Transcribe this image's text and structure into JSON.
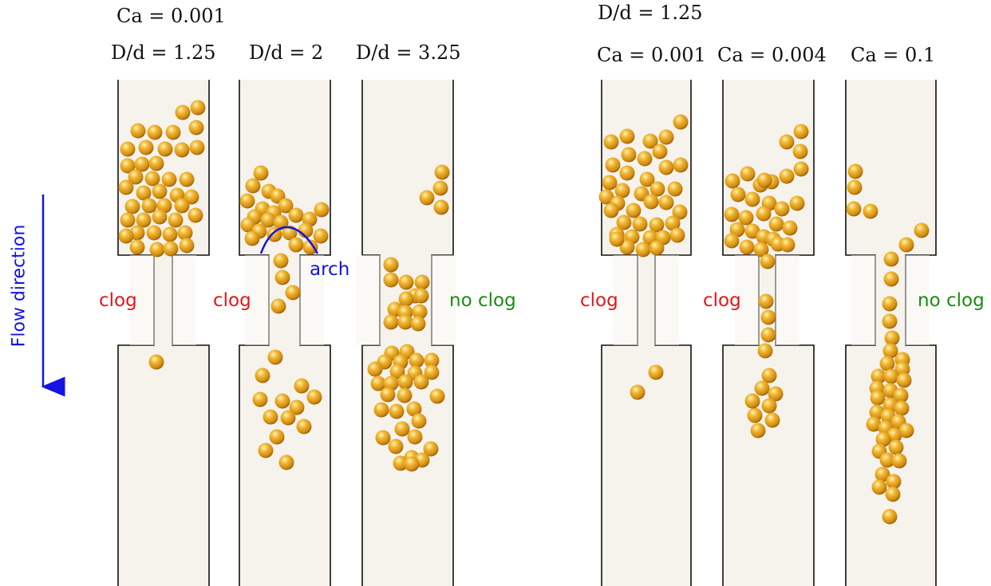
{
  "header": {
    "ca_left": "Ca = 0.001",
    "dd_right": "D/d = 1.25"
  },
  "panels": [
    {
      "group": "left",
      "top_label": "D/d = 1.25",
      "result": "clog",
      "result_color": "#e8141b"
    },
    {
      "group": "left",
      "top_label": "D/d = 2",
      "result": "clog",
      "result_color": "#e8141b"
    },
    {
      "group": "left",
      "top_label": "D/d = 3.25",
      "result": "no clog",
      "result_color": "#1a8c12"
    },
    {
      "group": "right",
      "top_label": "Ca = 0.001",
      "result": "clog",
      "result_color": "#e8141b"
    },
    {
      "group": "right",
      "top_label": "Ca = 0.004",
      "result": "clog",
      "result_color": "#e8141b"
    },
    {
      "group": "right",
      "top_label": "Ca = 0.1",
      "result": "no clog",
      "result_color": "#1a8c12"
    }
  ],
  "annotations": {
    "arch_label": "arch",
    "arch_color": "#1414e0",
    "flow_label": "Flow direction",
    "flow_color": "#1414e0"
  },
  "colors": {
    "channel_fill": "#f6f3ec",
    "channel_stroke": "#111111",
    "particle": "#e3a21c",
    "particle_dark": "#a86a08",
    "particle_light": "#fbe59a"
  }
}
